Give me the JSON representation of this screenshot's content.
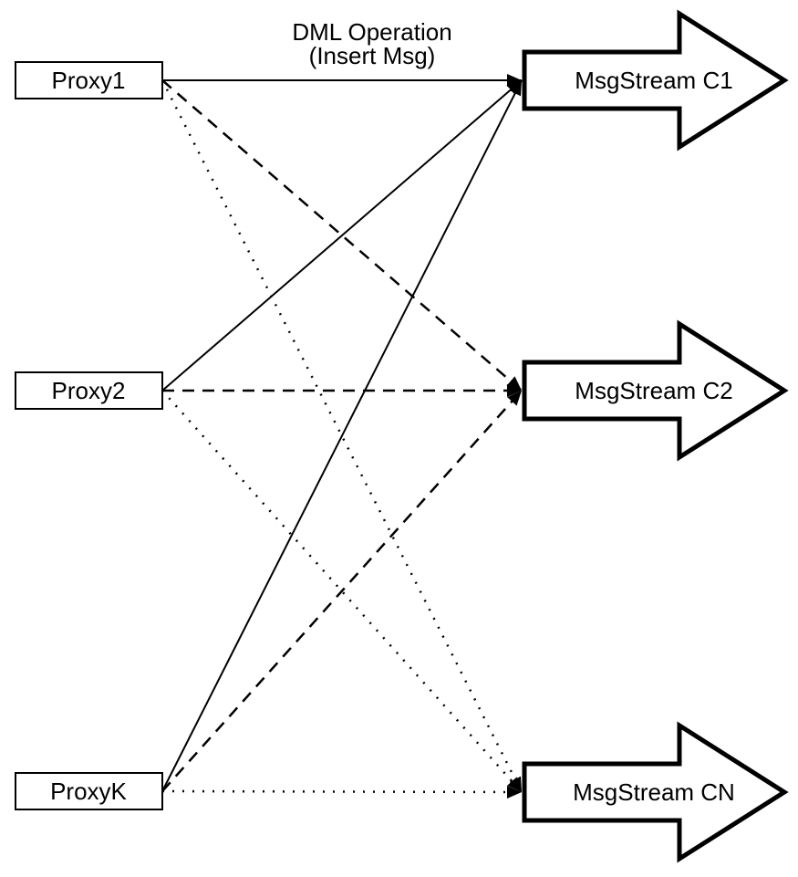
{
  "diagram": {
    "background": "#ffffff",
    "stroke_color": "#000000",
    "top_label": {
      "line1": "DML Operation",
      "line2": "(Insert Msg)"
    },
    "proxies": [
      {
        "id": "proxy1",
        "label": "Proxy1"
      },
      {
        "id": "proxy2",
        "label": "Proxy2"
      },
      {
        "id": "proxyk",
        "label": "ProxyK"
      }
    ],
    "streams": [
      {
        "id": "c1",
        "label": "MsgStream C1"
      },
      {
        "id": "c2",
        "label": "MsgStream C2"
      },
      {
        "id": "cn",
        "label": "MsgStream CN"
      }
    ],
    "edges": [
      {
        "from": "proxy1",
        "to": "c1",
        "style": "solid"
      },
      {
        "from": "proxy2",
        "to": "c1",
        "style": "solid"
      },
      {
        "from": "proxyk",
        "to": "c1",
        "style": "solid"
      },
      {
        "from": "proxy1",
        "to": "c2",
        "style": "dashed"
      },
      {
        "from": "proxy2",
        "to": "c2",
        "style": "dashed"
      },
      {
        "from": "proxyk",
        "to": "c2",
        "style": "dashed"
      },
      {
        "from": "proxy1",
        "to": "cn",
        "style": "dotted"
      },
      {
        "from": "proxy2",
        "to": "cn",
        "style": "dotted"
      },
      {
        "from": "proxyk",
        "to": "cn",
        "style": "dotted"
      }
    ]
  }
}
